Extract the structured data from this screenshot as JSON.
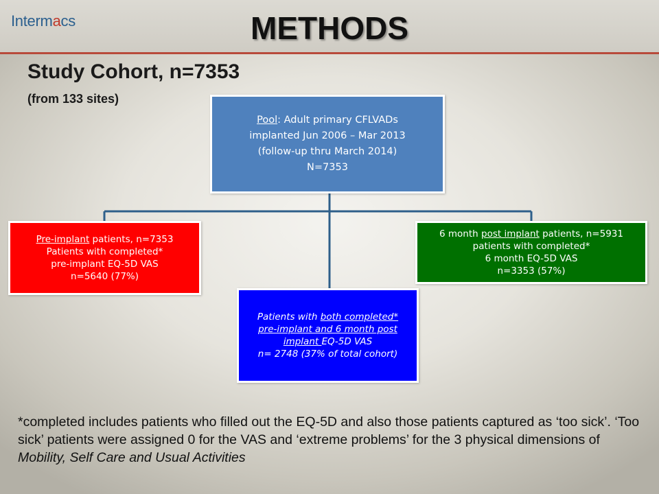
{
  "header": {
    "logo_prefix": "Interm",
    "logo_o": "a",
    "logo_suffix": "cs",
    "title": "METHODS"
  },
  "subtitle": "Study Cohort, n=7353",
  "subnote": "(from 133 sites)",
  "colors": {
    "pool": "#4f81bd",
    "pre_implant": "#ff0000",
    "post_implant": "#007000",
    "both": "#0000ff",
    "connector": "#2e5f8a",
    "title_rule": "#b84a3a"
  },
  "diagram": {
    "pool": {
      "label": "Pool",
      "line1_rest": ":  Adult primary CFLVADs",
      "line2": "implanted Jun 2006 – Mar 2013",
      "line3": "(follow-up thru March 2014)",
      "line4": "N=7353"
    },
    "pre_implant": {
      "label": "Pre-implant",
      "line1_rest": " patients, n=7353",
      "line2": "Patients with completed*",
      "line3": "pre-implant EQ-5D VAS",
      "line4": "n=5640 (77%)"
    },
    "post_implant": {
      "line1_pre": "6 month ",
      "label": "post implant",
      "line1_rest": " patients, n=5931",
      "line2": "patients with completed*",
      "line3": "6 month EQ-5D VAS",
      "line4": "n=3353 (57%)"
    },
    "both": {
      "line1_pre": "Patients with ",
      "label": "both completed*",
      "line2": "pre-implant and 6 month post",
      "line3_u": "implant ",
      "line3_rest": "EQ-5D VAS",
      "line4": "n= 2748 (37% of total cohort)"
    }
  },
  "footnote": {
    "text": "*completed includes patients who filled out the EQ-5D and also those patients captured as ‘too sick’.  ‘Too sick’ patients were assigned 0 for the VAS and ‘extreme problems’ for the 3 physical dimensions of ",
    "italic": "Mobility, Self Care and Usual Activities"
  }
}
